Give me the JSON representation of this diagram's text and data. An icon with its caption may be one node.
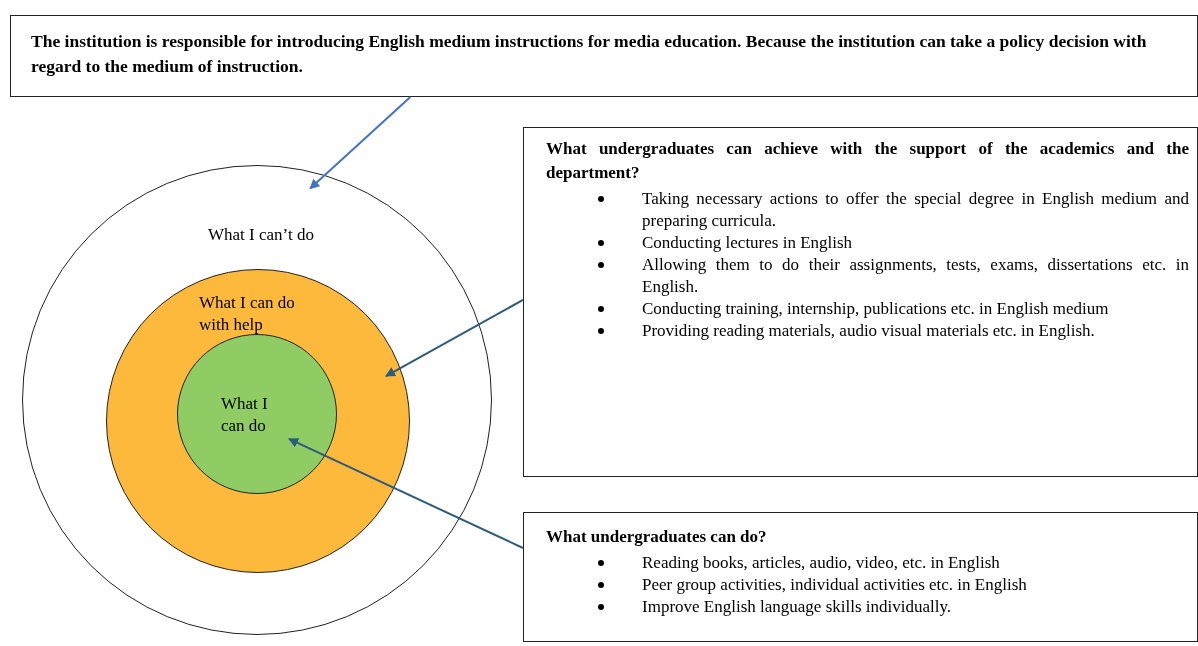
{
  "diagram": {
    "nodes": [
      {
        "text": [
          "The institution is responsible for introducing English medium instructions for media education. Because the institution can take a policy decision with regard to the medium of instruction."
        ]
      },
      {
        "text": [
          "What I can’t do"
        ]
      },
      {
        "text": [
          "What I can do with help"
        ],
        "in": 1
      },
      {
        "text": [
          "What I can do"
        ],
        "in": 2
      },
      {
        "text": [
          "What undergraduates can achieve with the support of the academics and the department?",
          "Taking necessary actions to offer the special degree in English medium and preparing curricula.",
          "Conducting lectures in English",
          "Allowing them to do their assignments, tests, exams, dissertations etc. in English.",
          "Conducting training, internship, publications etc. in English medium",
          "Providing reading materials, audio visual materials etc. in English."
        ]
      },
      {
        "text": [
          "What undergraduates can do?",
          "Reading books, articles, audio, video, etc. in English",
          "Peer group activities, individual activities etc.  in English",
          "Improve English language skills individually."
        ]
      }
    ],
    "edges": [
      {
        "from": 0,
        "to": 1,
        "arrow": "to",
        "color": "#4472c4"
      },
      {
        "from": 4,
        "to": 2,
        "arrow": "to"
      },
      {
        "from": 5,
        "to": 3,
        "arrow": "to"
      }
    ]
  }
}
